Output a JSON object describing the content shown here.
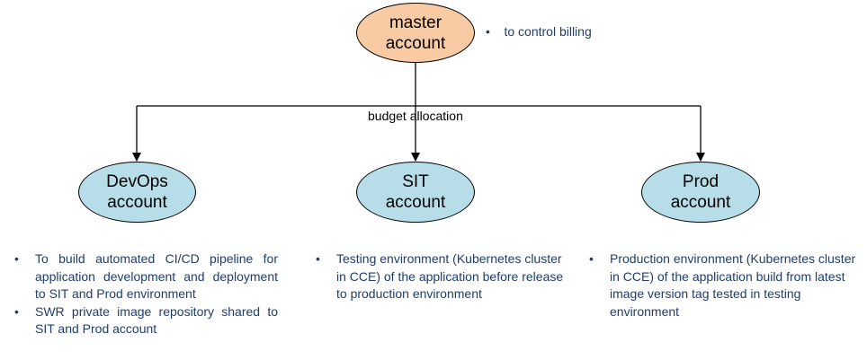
{
  "colors": {
    "master_fill": "#f9cba4",
    "account_fill": "#b7dde8",
    "stroke": "#000000",
    "note_text": "#1f3d6b"
  },
  "nodes": {
    "master": {
      "line1": "master",
      "line2": "account"
    },
    "devops": {
      "line1": "DevOps",
      "line2": "account"
    },
    "sit": {
      "line1": "SIT",
      "line2": "account"
    },
    "prod": {
      "line1": "Prod",
      "line2": "account"
    }
  },
  "edge_label": "budget allocation",
  "master_note": {
    "bullet": "•",
    "text": "to control billing"
  },
  "descriptions": {
    "devops": [
      {
        "bullet": "•",
        "text": "To build automated CI/CD pipeline for application development and deployment to SIT and Prod environment"
      },
      {
        "bullet": "•",
        "text": "SWR private image repository shared to SIT and Prod account"
      }
    ],
    "sit": [
      {
        "bullet": "•",
        "text": "Testing environment (Kubernetes cluster in CCE) of the application before release to production environment"
      }
    ],
    "prod": [
      {
        "bullet": "•",
        "text": "Production environment (Kubernetes cluster in CCE) of the application build from latest image version tag tested in testing environment"
      }
    ]
  }
}
